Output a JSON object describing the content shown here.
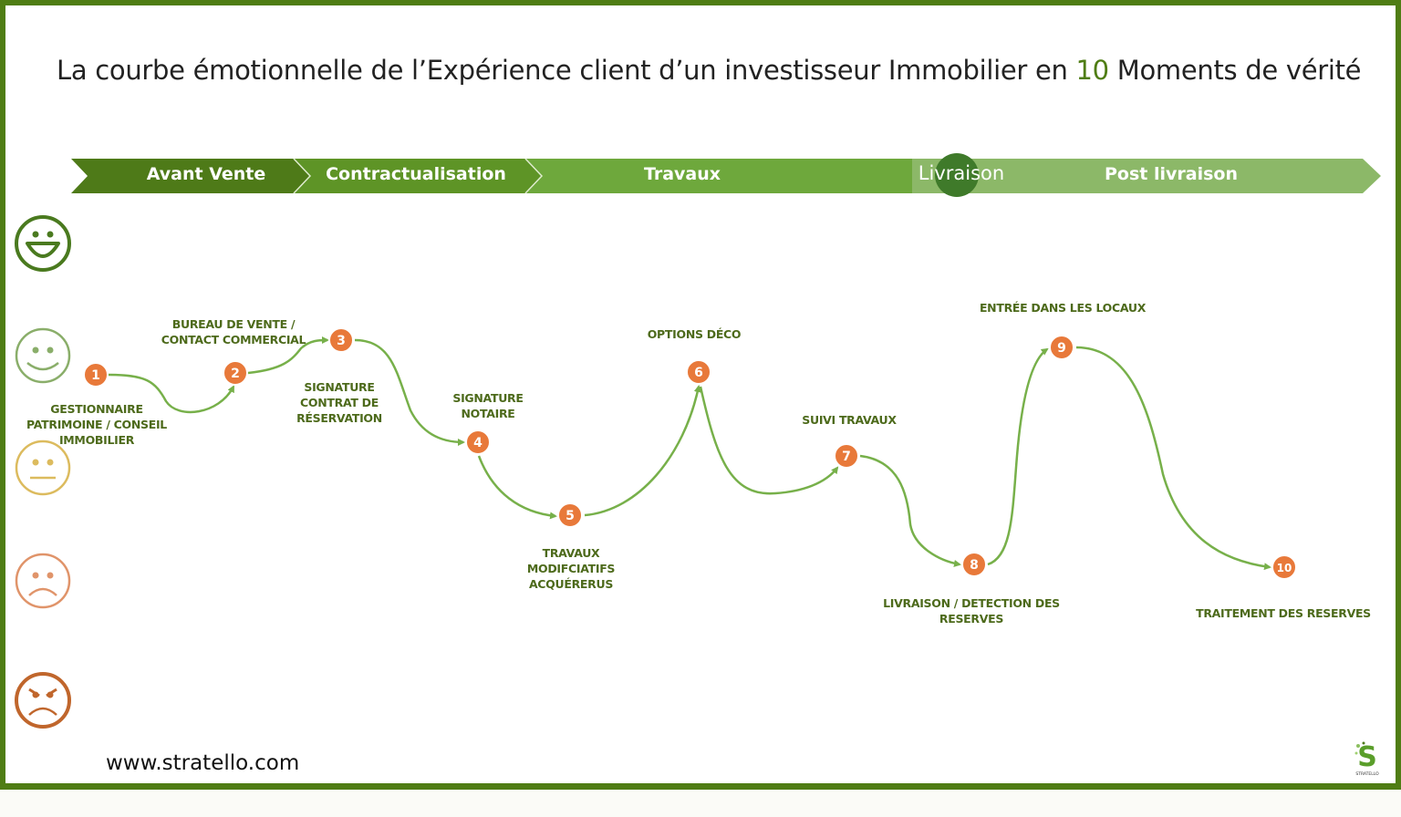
{
  "title": {
    "before": "La courbe émotionnelle de l’Expérience client d’un investisseur Immobilier en ",
    "highlight": "10",
    "after": " Moments de vérité"
  },
  "phases": [
    "Avant Vente",
    "Contractualisation",
    "Travaux",
    "Livraison",
    "Post livraison"
  ],
  "emotion_scale": [
    {
      "icon": "very-happy-face-icon",
      "color": "#4a7a1f"
    },
    {
      "icon": "happy-face-icon",
      "color": "#8aae6a"
    },
    {
      "icon": "neutral-face-icon",
      "color": "#dcbb5e"
    },
    {
      "icon": "sad-face-icon",
      "color": "#e0946a"
    },
    {
      "icon": "angry-face-icon",
      "color": "#c0662c"
    }
  ],
  "moments": [
    {
      "n": "1",
      "label": [
        "GESTIONNAIRE",
        "PATRIMOINE / CONSEIL",
        "IMMOBILIER"
      ]
    },
    {
      "n": "2",
      "label": [
        "BUREAU DE VENTE /",
        "CONTACT COMMERCIAL"
      ]
    },
    {
      "n": "3",
      "label": [
        "SIGNATURE",
        "CONTRAT DE",
        "RÉSERVATION"
      ]
    },
    {
      "n": "4",
      "label": [
        "SIGNATURE",
        "NOTAIRE"
      ]
    },
    {
      "n": "5",
      "label": [
        "TRAVAUX",
        "MODIFCIATIFS",
        "ACQUÉRERUS"
      ]
    },
    {
      "n": "6",
      "label": [
        "OPTIONS DÉCO"
      ]
    },
    {
      "n": "7",
      "label": [
        "SUIVI TRAVAUX"
      ]
    },
    {
      "n": "8",
      "label": [
        "LIVRAISON / DETECTION DES",
        "RESERVES"
      ]
    },
    {
      "n": "9",
      "label": [
        "ENTRÉE DANS LES LOCAUX"
      ]
    },
    {
      "n": "10",
      "label": [
        "TRAITEMENT DES RESERVES"
      ]
    }
  ],
  "colors": {
    "frame": "#4f7d14",
    "marker": "#e8793a",
    "curve": "#77b04a",
    "label": "#4d6a1b"
  },
  "footer": {
    "url": "www.stratello.com",
    "logo_text": "STRATELLO"
  }
}
